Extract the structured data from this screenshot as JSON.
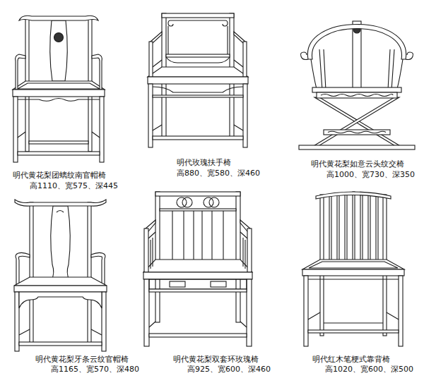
{
  "diagram": {
    "labels": [
      "明代黄花梨团螭纹南官帽椅",
      "高1110、宽575、深445",
      "明代玫瑰扶手椅",
      "高880、宽580、深460",
      "明代黄花梨如意云头纹交椅",
      "高1000、宽730、深350",
      "明代黄花梨牙条云纹官帽椅",
      "高1165、宽570、深480",
      "明代黄花梨双套环玫瑰椅",
      "高925、宽600、深460",
      "明代红木笔梗式靠背椅",
      "高1020、宽600、深500"
    ]
  }
}
